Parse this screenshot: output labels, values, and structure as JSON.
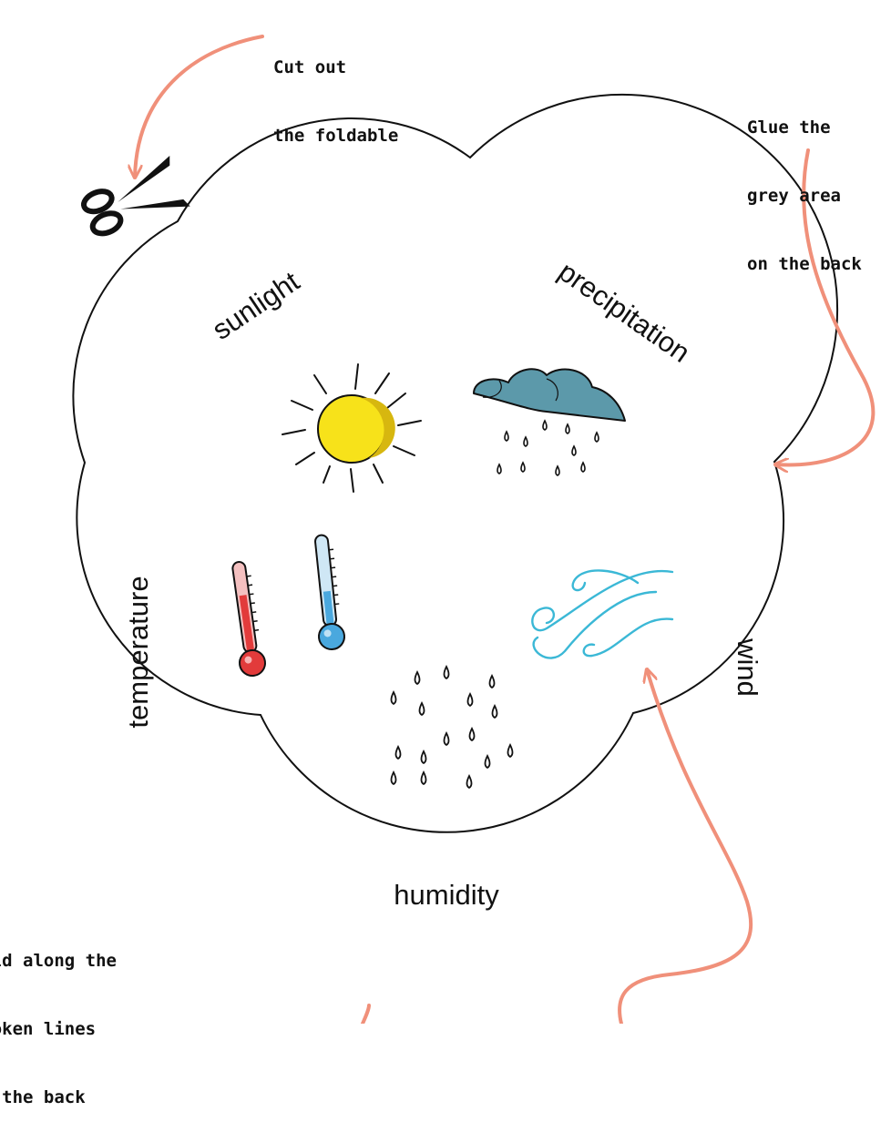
{
  "instructions": {
    "cut": [
      "Cut out",
      "the foldable"
    ],
    "glue": [
      "Glue the",
      "grey area",
      "on the back"
    ],
    "fold": [
      "Fold along the",
      "broken lines",
      "on the back"
    ]
  },
  "petals": {
    "sunlight": "sunlight",
    "precipitation": "precipitation",
    "temperature": "temperature",
    "wind": "wind",
    "humidity": "humidity"
  },
  "colors": {
    "arrow": "#f0907a",
    "outline": "#111111",
    "sun": "#f7e21a",
    "cloud": "#5c99aa",
    "thermo_hot": "#e23b3b",
    "thermo_cold": "#4aa8de",
    "wind": "#3bb8d6"
  },
  "icons": [
    "scissors-icon",
    "sun-icon",
    "rain-cloud-icon",
    "thermometer-hot-icon",
    "thermometer-cold-icon",
    "wind-icon",
    "raindrops-icon"
  ]
}
